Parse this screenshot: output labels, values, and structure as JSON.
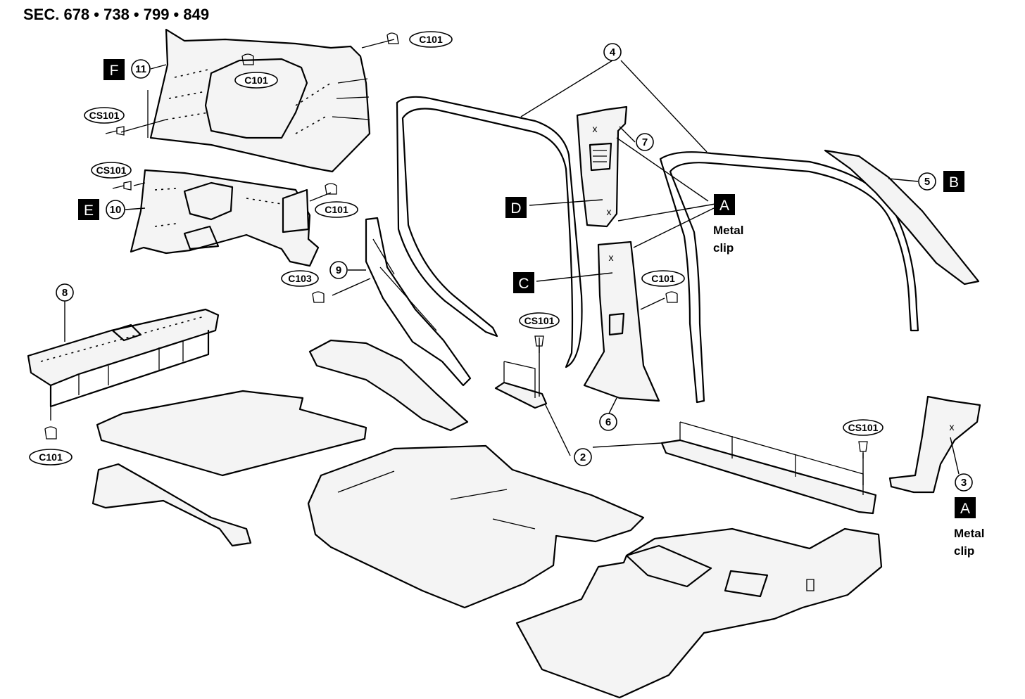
{
  "header": {
    "section_ref": "SEC. 678 • 738 • 799 • 849"
  },
  "callouts": {
    "n2": "2",
    "n3": "3",
    "n4": "4",
    "n5": "5",
    "n6": "6",
    "n7": "7",
    "n8": "8",
    "n9": "9",
    "n10": "10",
    "n11": "11"
  },
  "clips": {
    "c101_top": "C101",
    "c101_inner": "C101",
    "cs101_left": "CS101",
    "cs101_mid": "CS101",
    "c101_mid": "C101",
    "c103": "C103",
    "c101_pillar": "C101",
    "cs101_sill": "CS101",
    "cs101_right": "CS101",
    "c101_bottom": "C101"
  },
  "letters": {
    "f": "F",
    "e": "E",
    "d": "D",
    "c": "C",
    "a_mid": "A",
    "a_right": "A",
    "b": "B"
  },
  "notes": {
    "metal_clip_1": "Metal",
    "metal_clip_1b": "clip",
    "metal_clip_2": "Metal",
    "metal_clip_2b": "clip"
  },
  "marks": {
    "x": "x"
  }
}
